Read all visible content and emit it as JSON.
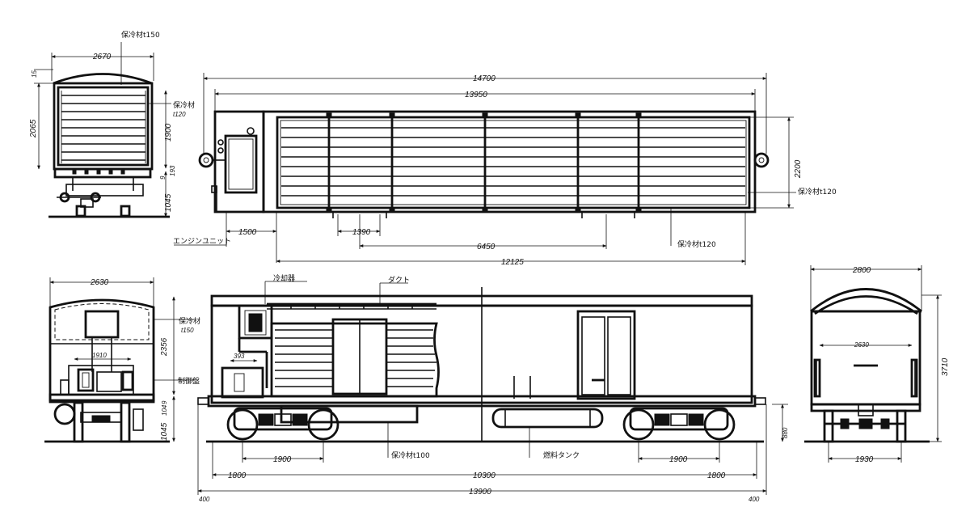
{
  "end_view_top": {
    "width": "2670",
    "insulation_label": "保冷材t150",
    "dim_15": "15",
    "height_body": "2065",
    "height_door": "1900",
    "insulation_side": "保冷材",
    "insulation_side_t": "t120",
    "dim_9": "9",
    "dim_193": "193",
    "height_under": "1045"
  },
  "plan_view": {
    "overall": "14700",
    "body": "13950",
    "height": "2200",
    "insulation_right": "保冷材t120",
    "engine_unit": "エンジンユニット",
    "engine_len": "1500",
    "dim_1390": "1390",
    "span_6450": "6450",
    "floor_insulation": "保冷材t120",
    "inner": "12125"
  },
  "end_view_bottom": {
    "width": "2630",
    "insulation": "保冷材",
    "insulation_t": "t150",
    "dim_1910": "1910",
    "height_2356": "2356",
    "dim_9": "9",
    "dim_104": "104",
    "height_under": "1045",
    "control_box": "制御盤"
  },
  "side_view": {
    "cooler": "冷却器",
    "duct": "ダクト",
    "dim_393": "393",
    "bogie_1": "1900",
    "bogie_2": "1900",
    "underfloor_insulation": "保冷材t100",
    "fuel_tank": "燃料タンク",
    "end_1800a": "1800",
    "center": "10300",
    "end_1800b": "1800",
    "overhang_l": "400",
    "overall": "13900",
    "overhang_r": "400",
    "rail_h": "880"
  },
  "end_view_right": {
    "width_top": "2800",
    "width_inner": "2630",
    "height": "3710",
    "track": "1930"
  }
}
